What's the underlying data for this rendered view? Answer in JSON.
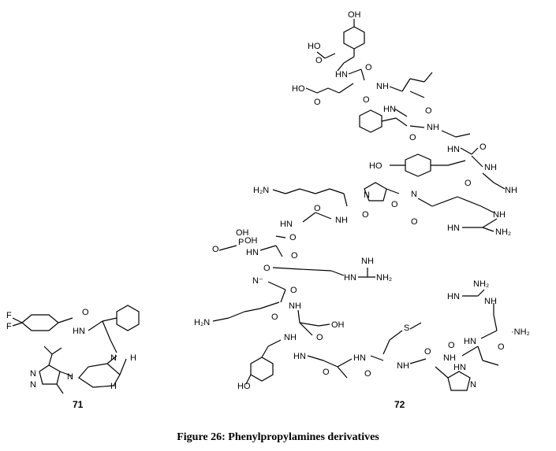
{
  "caption": "Figure 26: Phenylpropylamines derivatives",
  "compounds": [
    {
      "number": "71"
    },
    {
      "number": "72"
    }
  ],
  "atom_labels": {
    "oh": "OH",
    "ho": "HO",
    "hn": "HN",
    "nh": "NH",
    "nh2": "NH₂",
    "h2n": "H₂N",
    "n": "N",
    "s": "S",
    "f": "F",
    "h": "H",
    "o": "O",
    "p": "P",
    "nminus": "N⁻",
    "hnamp": "HN",
    "minus_nh2": "·NH₂",
    "hn_imine": "HN"
  }
}
